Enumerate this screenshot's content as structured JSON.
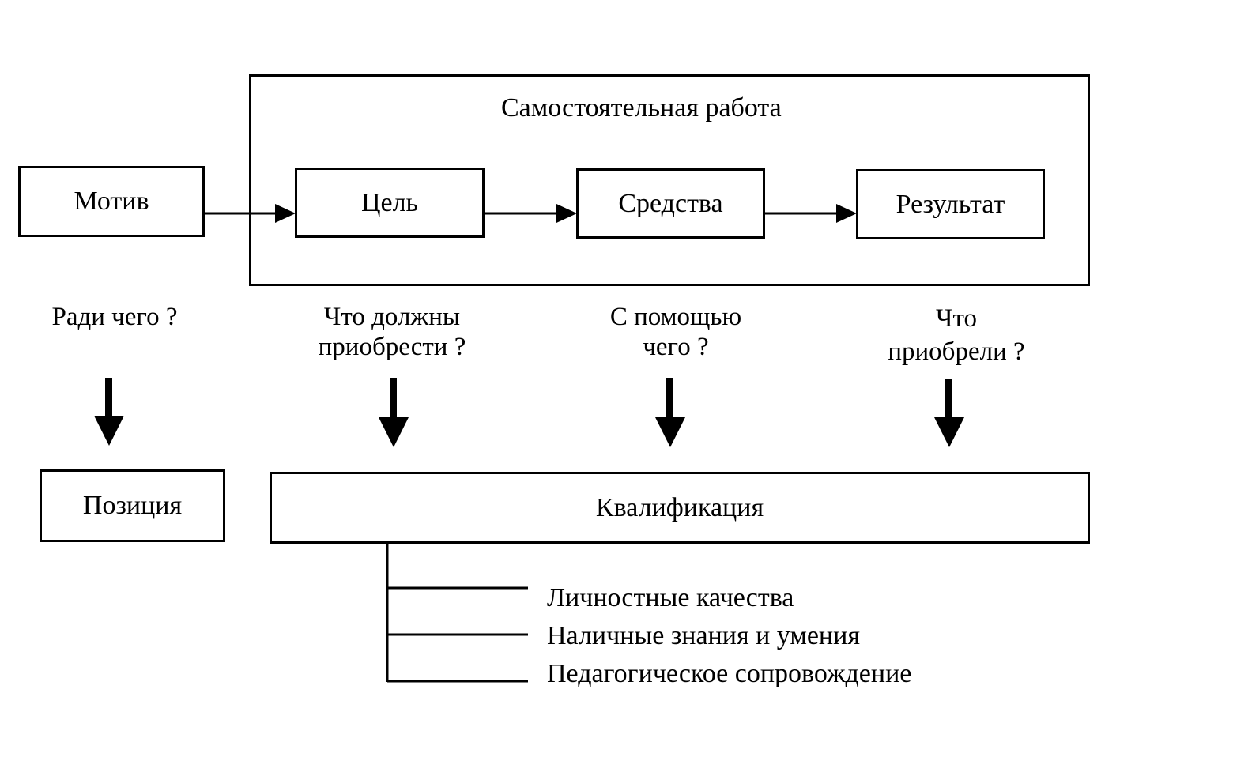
{
  "container": {
    "title": "Самостоятельная  работа"
  },
  "boxes": {
    "motive": "Мотив",
    "goal": "Цель",
    "means": "Средства",
    "result": "Результат",
    "position": "Позиция",
    "qualification": "Квалификация"
  },
  "questions": {
    "q1": {
      "line1": "Ради чего ?"
    },
    "q2": {
      "line1": "Что должны",
      "line2": "приобрести ?"
    },
    "q3": {
      "line1": "С помощью",
      "line2": "чего ?"
    },
    "q4": {
      "line1": "Что",
      "line2": "приобрели ?"
    }
  },
  "qualification_items": [
    "Личностные  качества",
    "Наличные  знания  и  умения",
    "Педагогическое  сопровождение"
  ]
}
